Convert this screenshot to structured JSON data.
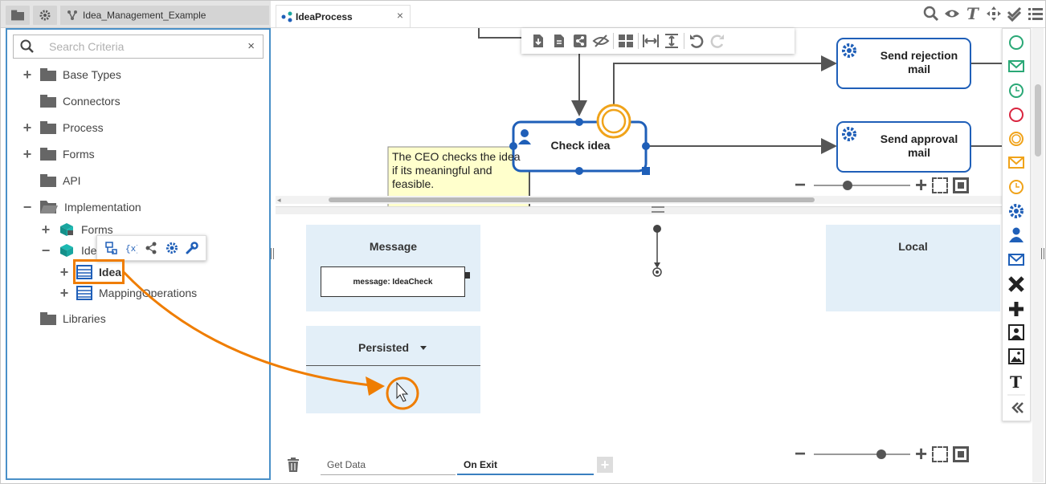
{
  "left_tabs": {
    "project_name": "Idea_Management_Example"
  },
  "search": {
    "placeholder": "Search Criteria",
    "clear_symbol": "×"
  },
  "tree": [
    {
      "label": "Base Types",
      "toggle": "+"
    },
    {
      "label": "Connectors",
      "toggle": ""
    },
    {
      "label": "Process",
      "toggle": "+"
    },
    {
      "label": "Forms",
      "toggle": "+"
    },
    {
      "label": "API",
      "toggle": ""
    },
    {
      "label": "Implementation",
      "toggle": "−"
    },
    {
      "label": "Forms",
      "toggle": "+"
    },
    {
      "label": "Idea",
      "toggle": "−"
    },
    {
      "label": "Idea",
      "toggle": "+"
    },
    {
      "label": "MappingOperations",
      "toggle": "+"
    },
    {
      "label": "Libraries",
      "toggle": ""
    }
  ],
  "process_tab": {
    "label": "IdeaProcess",
    "close": "×"
  },
  "diagram": {
    "task_check": "Check idea",
    "task_reject": "Send rejection mail",
    "task_approve": "Send approval mail",
    "annotation": "The CEO checks the idea if its meaningful and feasible."
  },
  "data_panels": {
    "message_title": "Message",
    "message_item": "message: IdeaCheck",
    "local_title": "Local",
    "persisted_title": "Persisted"
  },
  "bottom_tabs": {
    "get_data": "Get Data",
    "on_exit": "On Exit",
    "add": "+"
  },
  "colors": {
    "accent_blue": "#1f5fb8",
    "highlight_orange": "#ef7d00",
    "panel_blue": "#e3eff8",
    "annotation_yellow": "#ffffcc",
    "event_green": "#2aa876",
    "event_red": "#d9253f",
    "event_orange": "#f0a31a"
  }
}
